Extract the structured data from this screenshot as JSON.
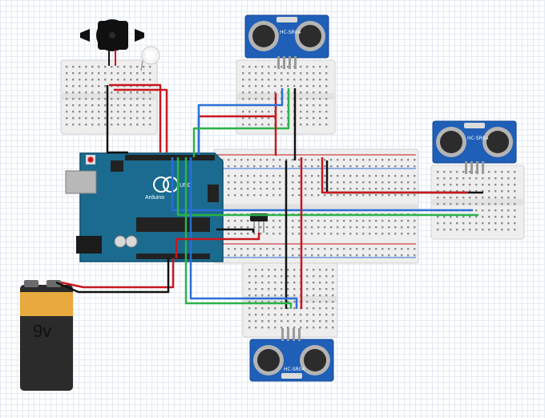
{
  "battery": {
    "label": "9v"
  },
  "arduino": {
    "brand": "Arduino",
    "model": "UNO"
  },
  "sensors": {
    "top": {
      "label": "HC-SR04"
    },
    "right": {
      "label": "HC-SR04"
    },
    "bottom": {
      "label": "HC-SR04"
    }
  },
  "colors": {
    "board": "#1a6b8f",
    "sensor": "#1f5fb8",
    "wire_red": "#c8171e",
    "wire_black": "#111111",
    "wire_blue": "#2a6fd6",
    "wire_green": "#2bb34a",
    "breadboard": "#eeeeee",
    "battery_top": "#e8a93e"
  }
}
